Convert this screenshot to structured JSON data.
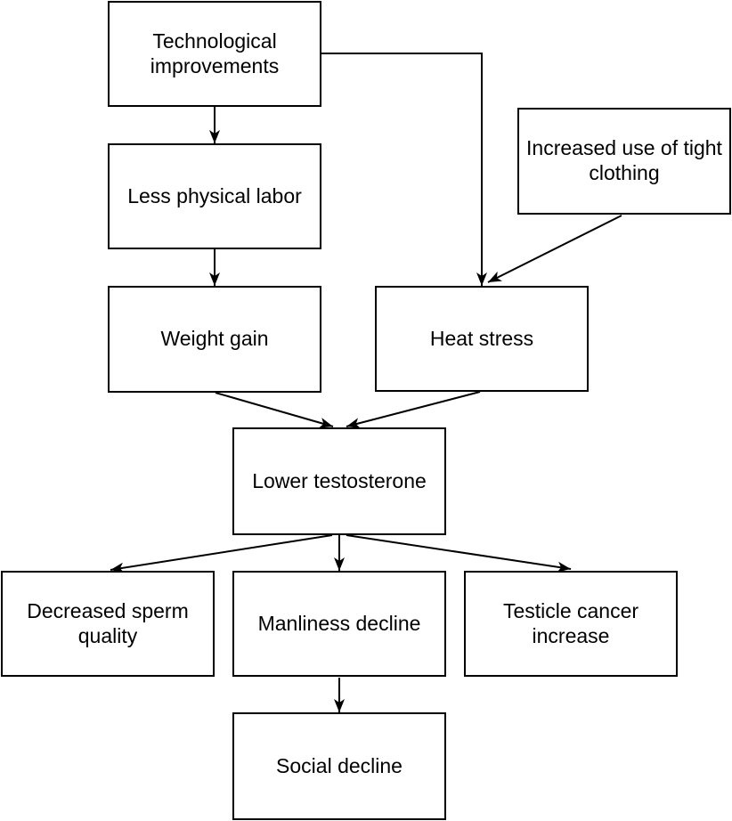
{
  "diagram": {
    "background_color": "#ffffff",
    "stroke_color": "#000000",
    "text_color": "#000000",
    "nodes": [
      {
        "id": "tech",
        "label": "Technological improvements"
      },
      {
        "id": "clothing",
        "label": "Increased use of tight clothing"
      },
      {
        "id": "less",
        "label": "Less physical labor"
      },
      {
        "id": "weight",
        "label": "Weight gain"
      },
      {
        "id": "heat",
        "label": "Heat stress"
      },
      {
        "id": "lower",
        "label": "Lower testosterone"
      },
      {
        "id": "sperm",
        "label": "Decreased sperm quality"
      },
      {
        "id": "manliness",
        "label": "Manliness decline"
      },
      {
        "id": "testicle",
        "label": "Testicle cancer increase"
      },
      {
        "id": "social",
        "label": "Social decline"
      }
    ],
    "edges": [
      {
        "from": "tech",
        "to": "less"
      },
      {
        "from": "tech",
        "to": "heat"
      },
      {
        "from": "less",
        "to": "weight"
      },
      {
        "from": "clothing",
        "to": "heat"
      },
      {
        "from": "weight",
        "to": "lower"
      },
      {
        "from": "heat",
        "to": "lower"
      },
      {
        "from": "lower",
        "to": "sperm"
      },
      {
        "from": "lower",
        "to": "manliness"
      },
      {
        "from": "lower",
        "to": "testicle"
      },
      {
        "from": "manliness",
        "to": "social"
      }
    ]
  }
}
